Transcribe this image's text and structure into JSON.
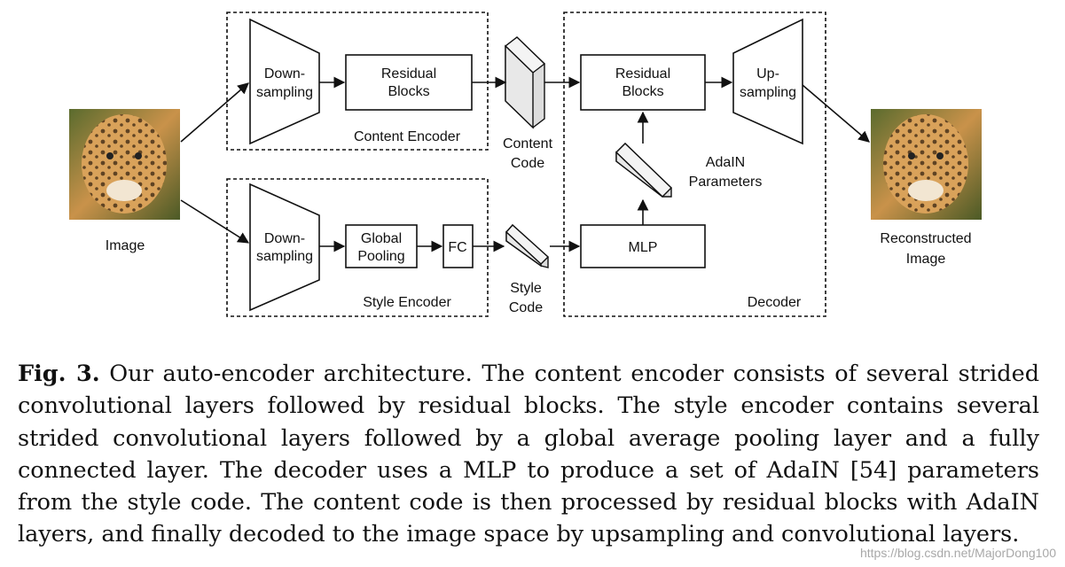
{
  "figure": {
    "input_label": "Image",
    "output_label": [
      "Reconstructed",
      "Image"
    ],
    "content_encoder": {
      "title": "Content Encoder",
      "downsampling": [
        "Down-",
        "sampling"
      ],
      "residual": [
        "Residual",
        "Blocks"
      ]
    },
    "style_encoder": {
      "title": "Style Encoder",
      "downsampling": [
        "Down-",
        "sampling"
      ],
      "pooling": [
        "Global",
        "Pooling"
      ],
      "fc": "FC"
    },
    "content_code": [
      "Content",
      "Code"
    ],
    "style_code": [
      "Style",
      "Code"
    ],
    "decoder": {
      "title": "Decoder",
      "residual": [
        "Residual",
        "Blocks"
      ],
      "upsampling": [
        "Up-",
        "sampling"
      ],
      "mlp": "MLP",
      "adain": [
        "AdaIN",
        "Parameters"
      ]
    }
  },
  "caption": {
    "label": "Fig. 3.",
    "text": "Our auto-encoder architecture. The content encoder consists of several strided convolutional layers followed by residual blocks. The style encoder contains several strided convolutional layers followed by a global average pooling layer and a fully connected layer. The decoder uses a MLP to produce a set of AdaIN [54] parameters from the style code. The content code is then processed by residual blocks with AdaIN layers, and finally decoded to the image space by upsampling and convolutional layers."
  },
  "watermark": "https://blog.csdn.net/MajorDong100"
}
